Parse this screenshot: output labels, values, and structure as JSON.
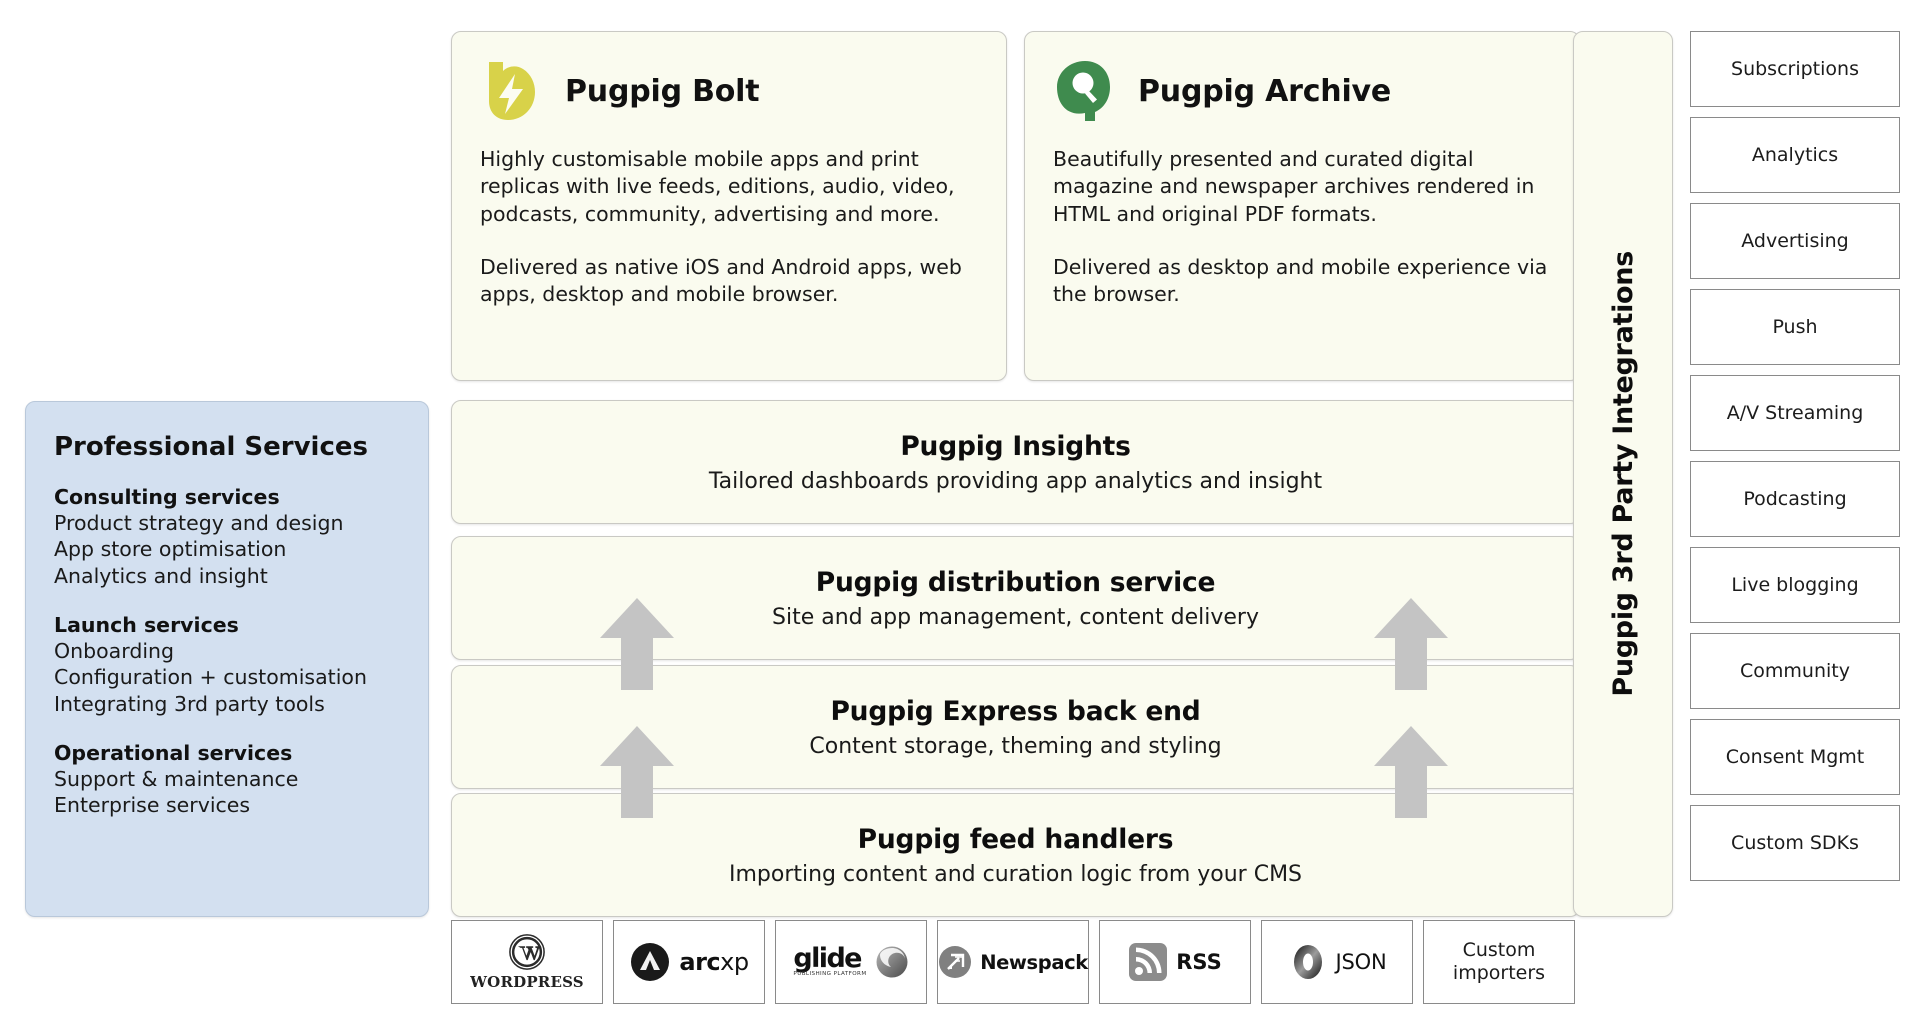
{
  "products": [
    {
      "id": "bolt",
      "icon": "pugpig-bolt-logo",
      "title": "Pugpig Bolt",
      "paragraphs": [
        "Highly customisable mobile apps and print replicas with live feeds, editions, audio, video, podcasts, community, advertising and more.",
        "Delivered as native iOS and Android apps, web apps, desktop and mobile browser."
      ]
    },
    {
      "id": "archive",
      "icon": "pugpig-archive-logo",
      "title": "Pugpig Archive",
      "paragraphs": [
        "Beautifully presented and curated digital magazine and newspaper archives rendered in HTML and original PDF formats.",
        "Delivered as desktop and mobile experience via the browser."
      ]
    }
  ],
  "professional_services": {
    "title": "Professional Services",
    "groups": [
      {
        "heading": "Consulting services",
        "items": [
          "Product strategy and design",
          "App store optimisation",
          "Analytics and insight"
        ]
      },
      {
        "heading": "Launch services",
        "items": [
          "Onboarding",
          "Configuration + customisation",
          "Integrating 3rd party tools"
        ]
      },
      {
        "heading": "Operational services",
        "items": [
          "Support & maintenance",
          "Enterprise services"
        ]
      }
    ]
  },
  "stack": [
    {
      "id": "insights",
      "title": "Pugpig Insights",
      "subtitle": "Tailored dashboards providing app analytics and insight"
    },
    {
      "id": "distribution",
      "title": "Pugpig distribution service",
      "subtitle": "Site and app management, content delivery"
    },
    {
      "id": "express",
      "title": "Pugpig Express back end",
      "subtitle": "Content storage, theming and styling"
    },
    {
      "id": "feed",
      "title": "Pugpig feed handlers",
      "subtitle": "Importing content and curation logic from your CMS"
    }
  ],
  "third_party": {
    "label": "Pugpig 3rd Party Integrations",
    "items": [
      "Subscriptions",
      "Analytics",
      "Advertising",
      "Push",
      "A/V Streaming",
      "Podcasting",
      "Live blogging",
      "Community",
      "Consent Mgmt",
      "Custom SDKs"
    ]
  },
  "cms_sources": [
    {
      "id": "wordpress",
      "icon": "wordpress-logo",
      "label": "WORDPRESS"
    },
    {
      "id": "arcxp",
      "icon": "arcxp-logo",
      "label_bold": "arc",
      "label_light": "xp"
    },
    {
      "id": "glide",
      "icon": "glide-logo",
      "label": "glide",
      "sublabel": "PUBLISHING PLATFORM"
    },
    {
      "id": "newspack",
      "icon": "newspack-logo",
      "label": "Newspack"
    },
    {
      "id": "rss",
      "icon": "rss-logo",
      "label": "RSS"
    },
    {
      "id": "json",
      "icon": "json-logo",
      "label": "JSON"
    },
    {
      "id": "custom",
      "icon": "",
      "label": "Custom importers"
    }
  ],
  "colors": {
    "bolt_yellow": "#d8d249",
    "archive_green": "#3f8b4e",
    "card_cream": "#fafbef",
    "services_blue": "#d3e0f0",
    "arrow_grey": "#c4c4c4"
  }
}
